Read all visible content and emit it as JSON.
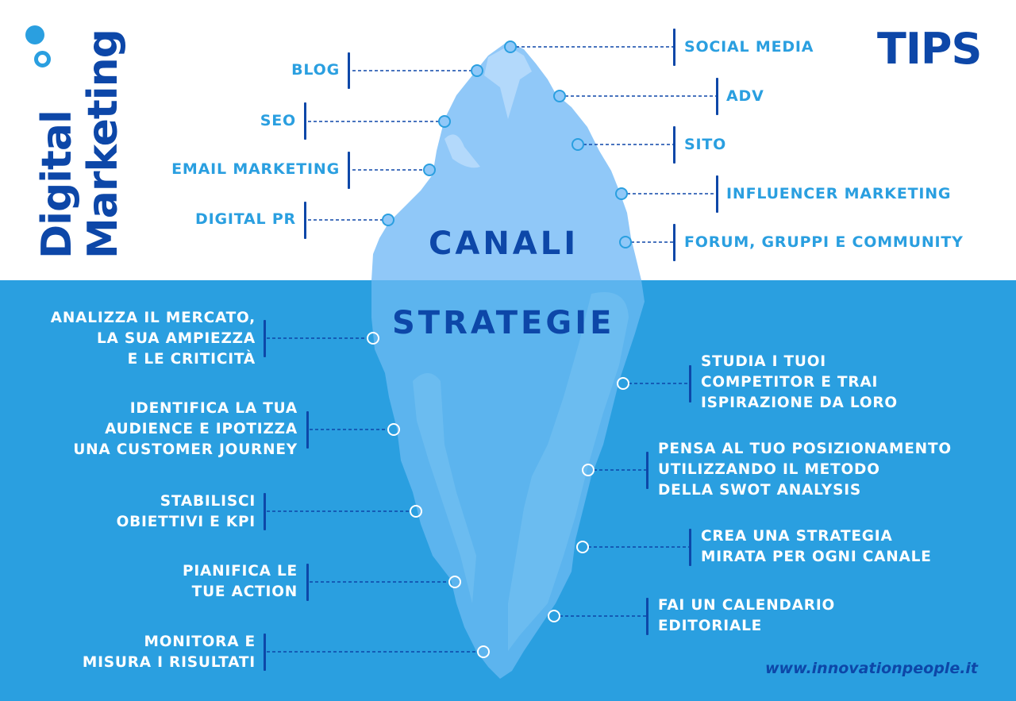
{
  "title": {
    "line1": "Digital",
    "line2": "Marketing"
  },
  "tips_label": "TIPS",
  "sections": {
    "above": "CANALI",
    "below": "STRATEGIE"
  },
  "canali": {
    "left": [
      "BLOG",
      "SEO",
      "EMAIL MARKETING",
      "DIGITAL PR"
    ],
    "right": [
      "SOCIAL MEDIA",
      "ADV",
      "SITO",
      "INFLUENCER MARKETING",
      "FORUM, GRUPPI E COMMUNITY"
    ]
  },
  "strategie": {
    "left": [
      {
        "l1": "ANALIZZA IL MERCATO,",
        "l2": "LA SUA AMPIEZZA",
        "l3": "E LE CRITICITÀ"
      },
      {
        "l1": "IDENTIFICA LA TUA",
        "l2": "AUDIENCE E IPOTIZZA",
        "l3": "UNA CUSTOMER JOURNEY"
      },
      {
        "l1": "STABILISCI",
        "l2": "OBIETTIVI E KPI"
      },
      {
        "l1": "PIANIFICA LE",
        "l2": "TUE ACTION"
      },
      {
        "l1": "MONITORA E",
        "l2": "MISURA I RISULTATI"
      }
    ],
    "right": [
      {
        "l1": "STUDIA I TUOI",
        "l2": "COMPETITOR E TRAI",
        "l3": "ISPIRAZIONE DA LORO"
      },
      {
        "l1": "PENSA AL TUO POSIZIONAMENTO",
        "l2": "UTILIZZANDO IL METODO",
        "l3": "DELLA SWOT ANALYSIS"
      },
      {
        "l1": "CREA UNA STRATEGIA",
        "l2": "MIRATA PER OGNI CANALE"
      },
      {
        "l1": "FAI UN CALENDARIO",
        "l2": "EDITORIALE"
      }
    ]
  },
  "footer_url": "www.innovationpeople.it",
  "colors": {
    "navy": "#0d47a8",
    "accent": "#2a9fe0",
    "ice_top": "#90c8f8",
    "ice_under": "#5cb4ee",
    "sea": "#2a9fe0"
  }
}
